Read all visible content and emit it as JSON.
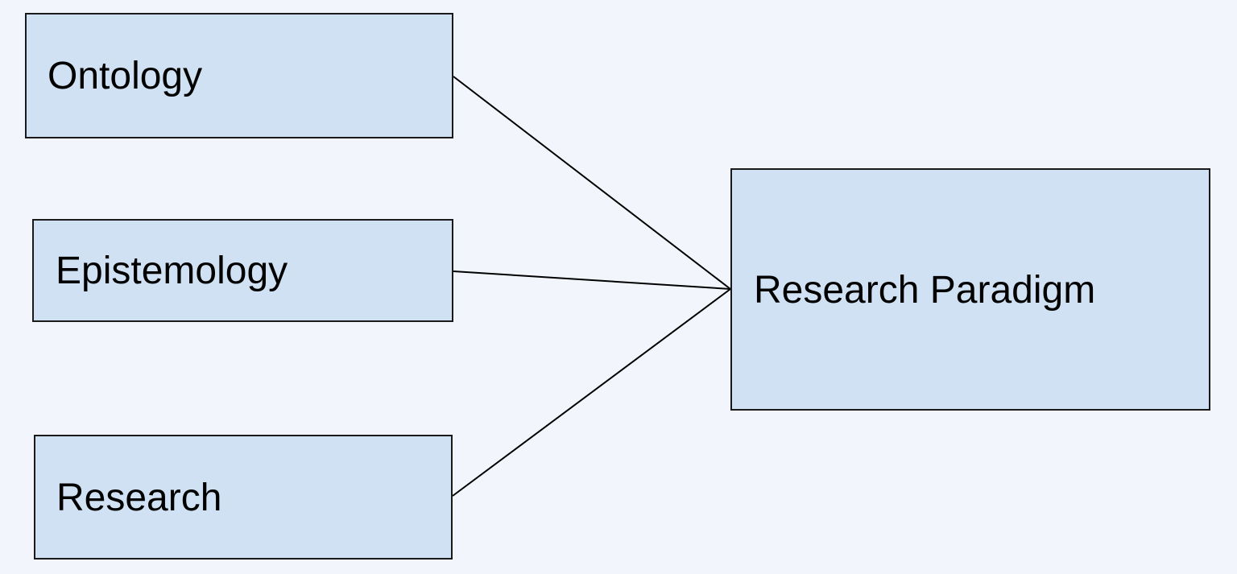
{
  "diagram": {
    "nodes": [
      {
        "id": "ontology",
        "label": "Ontology"
      },
      {
        "id": "epistemology",
        "label": "Epistemology"
      },
      {
        "id": "research",
        "label": "Research"
      },
      {
        "id": "paradigm",
        "label": "Research Paradigm"
      }
    ],
    "edges": [
      {
        "from": "ontology",
        "to": "paradigm"
      },
      {
        "from": "epistemology",
        "to": "paradigm"
      },
      {
        "from": "research",
        "to": "paradigm"
      }
    ],
    "colors": {
      "background": "#f2f6fc",
      "box_fill": "#cfe1f3",
      "box_border": "#1a1a1a",
      "line": "#000000"
    }
  }
}
